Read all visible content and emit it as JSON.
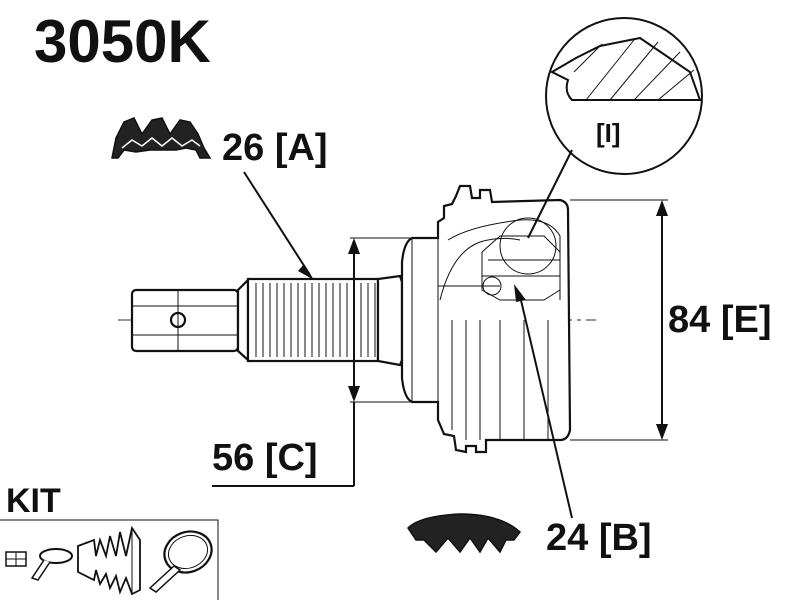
{
  "part_number": "3050K",
  "labels": {
    "spline_outer": "26 [A]",
    "spline_inner": "24 [B]",
    "diameter_c": "56 [C]",
    "diameter_e": "84 [E]",
    "detail": "[I]",
    "kit": "KIT"
  },
  "icons": {
    "outer_teeth": "gear-teeth-outer-icon",
    "inner_teeth": "gear-teeth-inner-icon",
    "kit_items": [
      "nut-icon",
      "clamp-icon",
      "boot-icon",
      "clamp-band-icon"
    ]
  }
}
